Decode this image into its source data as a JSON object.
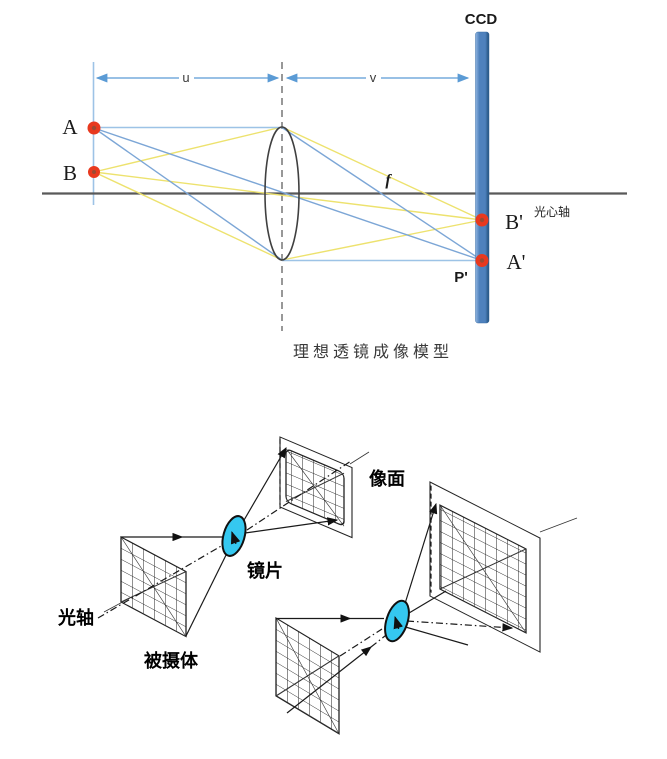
{
  "top_diagram": {
    "title_caption": "理想透镜成像模型",
    "ccd_label": "CCD",
    "object_distance_label": "u",
    "image_distance_label": "v",
    "point_a_label": "A",
    "point_b_label": "B",
    "point_b_image_label": "B'",
    "point_a_image_label": "A'",
    "focal_length_label": "f",
    "principal_point_label": "P'",
    "optical_axis_label": "光心轴"
  },
  "bottom_diagram": {
    "optical_axis_label": "光轴",
    "subject_label": "被摄体",
    "lens_label": "镜片",
    "image_plane_label": "像面"
  },
  "colors": {
    "ccd_bar": "#4E81BD",
    "ccd_bar_edge": "#1F4E79",
    "ray_blue": "#7CA6D6",
    "ray_light_blue": "#9DC3E6",
    "ray_yellow": "#EDE26E",
    "optical_axis_gray": "#595959",
    "point_red": "#E8391F",
    "point_red_core": "#9C4A33",
    "lens_cyan": "#35C8F0"
  }
}
